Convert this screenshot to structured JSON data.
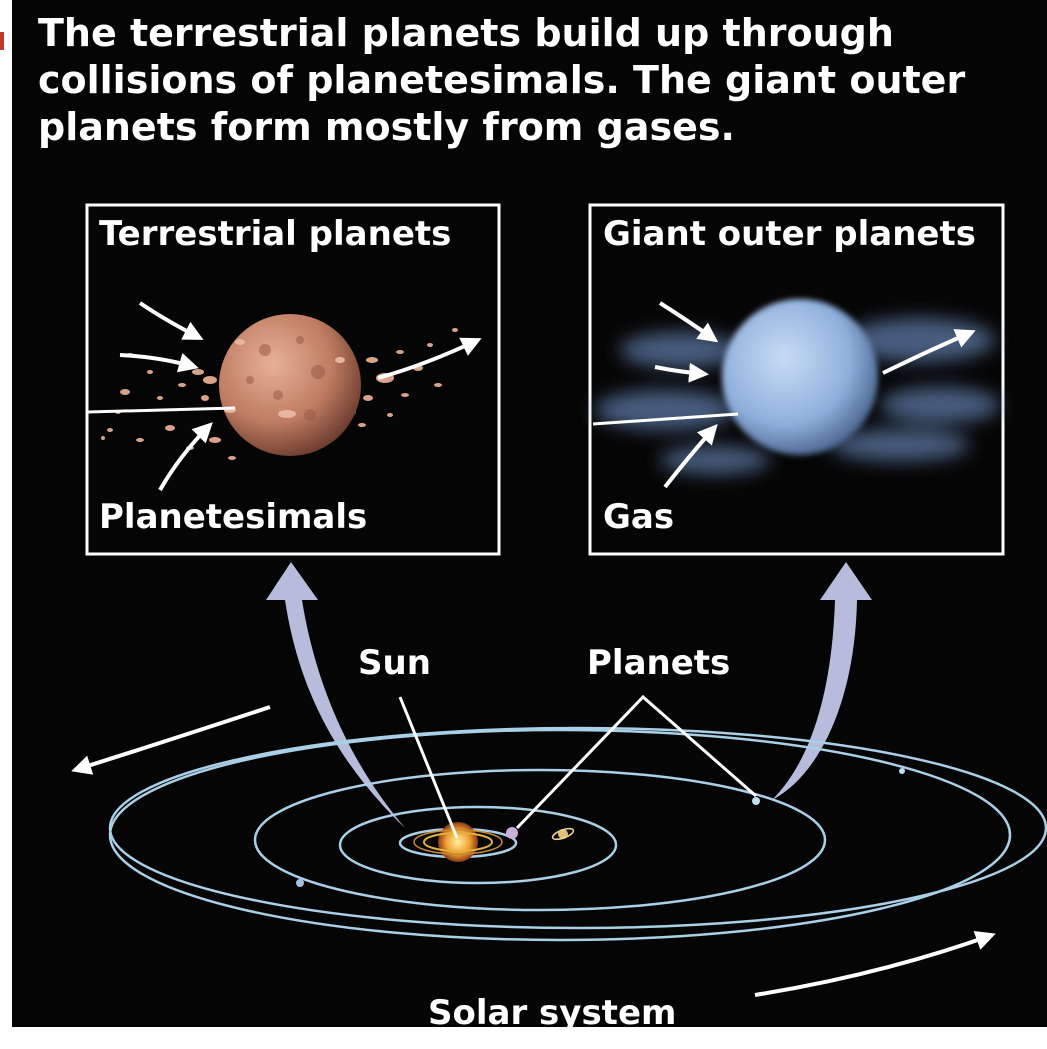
{
  "caption": "The terrestrial planets build up through collisions of planetesimals. The giant outer planets form mostly from gases.",
  "terrestrial_box": {
    "title": "Terrestrial planets",
    "material": "Planetesimals"
  },
  "giant_box": {
    "title": "Giant outer planets",
    "material": "Gas"
  },
  "solar_system": {
    "sun_label": "Sun",
    "planets_label": "Planets",
    "title": "Solar system"
  },
  "colors": {
    "background": "#050505",
    "orbit": "#a9d0e6",
    "arrow_lavender": "#b7bcdc",
    "accent_red": "#c0392b"
  }
}
